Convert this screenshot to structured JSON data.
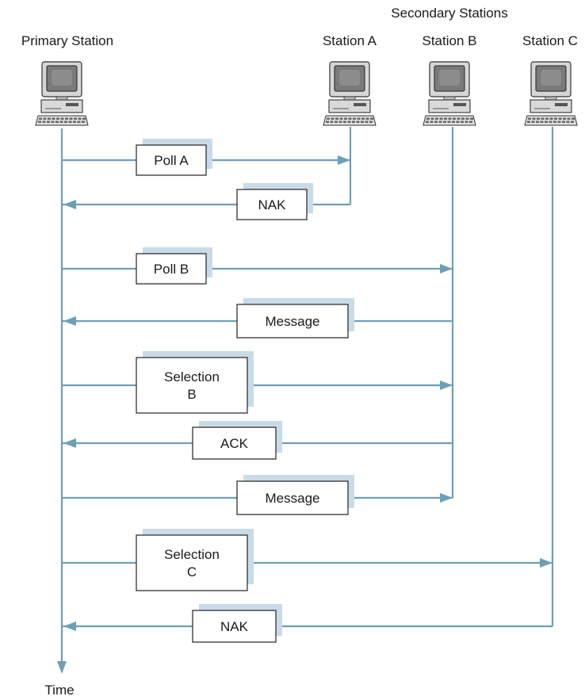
{
  "header": {
    "secondary_label": "Secondary Stations",
    "primary_label": "Primary Station",
    "time_label": "Time"
  },
  "stations": [
    {
      "id": "primary",
      "label": "Primary Station",
      "icon": "computer-icon"
    },
    {
      "id": "A",
      "label": "Station A",
      "icon": "computer-icon"
    },
    {
      "id": "B",
      "label": "Station B",
      "icon": "computer-icon"
    },
    {
      "id": "C",
      "label": "Station C",
      "icon": "computer-icon"
    }
  ],
  "messages": [
    {
      "from": "primary",
      "to": "A",
      "lines": [
        "Poll A"
      ]
    },
    {
      "from": "A",
      "to": "primary",
      "lines": [
        "NAK"
      ]
    },
    {
      "from": "primary",
      "to": "B",
      "lines": [
        "Poll B"
      ]
    },
    {
      "from": "B",
      "to": "primary",
      "lines": [
        "Message"
      ]
    },
    {
      "from": "primary",
      "to": "B",
      "lines": [
        "Selection",
        "B"
      ]
    },
    {
      "from": "B",
      "to": "primary",
      "lines": [
        "ACK"
      ]
    },
    {
      "from": "primary",
      "to": "B",
      "lines": [
        "Message"
      ]
    },
    {
      "from": "primary",
      "to": "C",
      "lines": [
        "Selection",
        "C"
      ]
    },
    {
      "from": "C",
      "to": "primary",
      "lines": [
        "NAK"
      ]
    }
  ],
  "colors": {
    "line": "#6d9fb6",
    "shadow": "#c9dbe8",
    "box_border": "#222222",
    "screen": "#7a7a7a"
  }
}
